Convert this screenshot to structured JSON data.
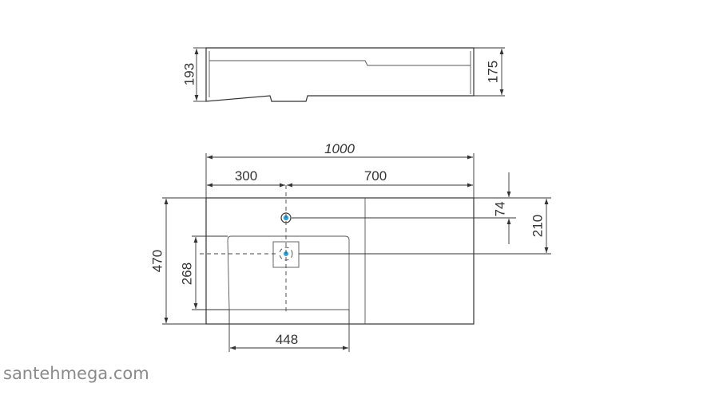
{
  "side_view": {
    "height_left": "193",
    "height_right": "175"
  },
  "top_view": {
    "total_width": "1000",
    "left_offset": "300",
    "right_width": "700",
    "tap_hole_offset": "74",
    "drain_offset": "210",
    "total_depth": "470",
    "bowl_depth": "268",
    "bowl_width": "448"
  },
  "colors": {
    "line": "#333333",
    "hole_fill": "#29a3e0",
    "watermark": "#8a8a8a"
  },
  "watermark": "santehmega.com"
}
